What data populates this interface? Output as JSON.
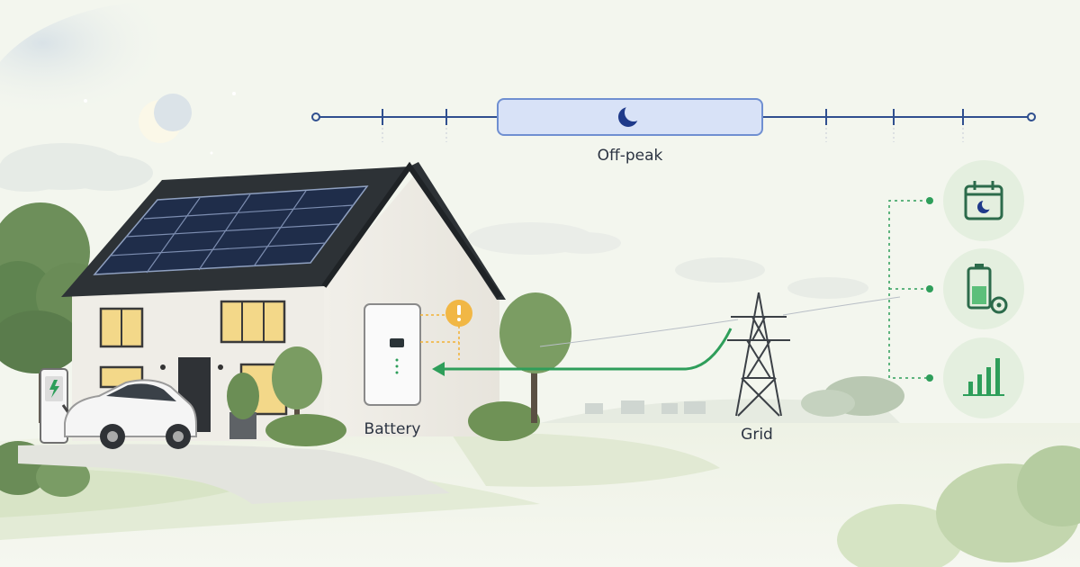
{
  "timeline": {
    "active_period_label": "Off-peak",
    "active_period_icon": "moon-icon"
  },
  "labels": {
    "battery": "Battery",
    "grid": "Grid"
  },
  "side_panel": {
    "items": [
      {
        "icon": "calendar-moon-icon"
      },
      {
        "icon": "battery-settings-icon"
      },
      {
        "icon": "bar-chart-icon"
      }
    ]
  },
  "colors": {
    "timeline_line": "#2f4f8f",
    "active_segment_fill": "#d8e2f7",
    "active_segment_stroke": "#6f8fd1",
    "flow_arrow": "#2e9e5a",
    "alert": "#f2b134",
    "side_icon_bg": "#e4efdf",
    "side_icon_stroke": "#2c6b4b",
    "connector_dots": "#2e9e5a"
  }
}
